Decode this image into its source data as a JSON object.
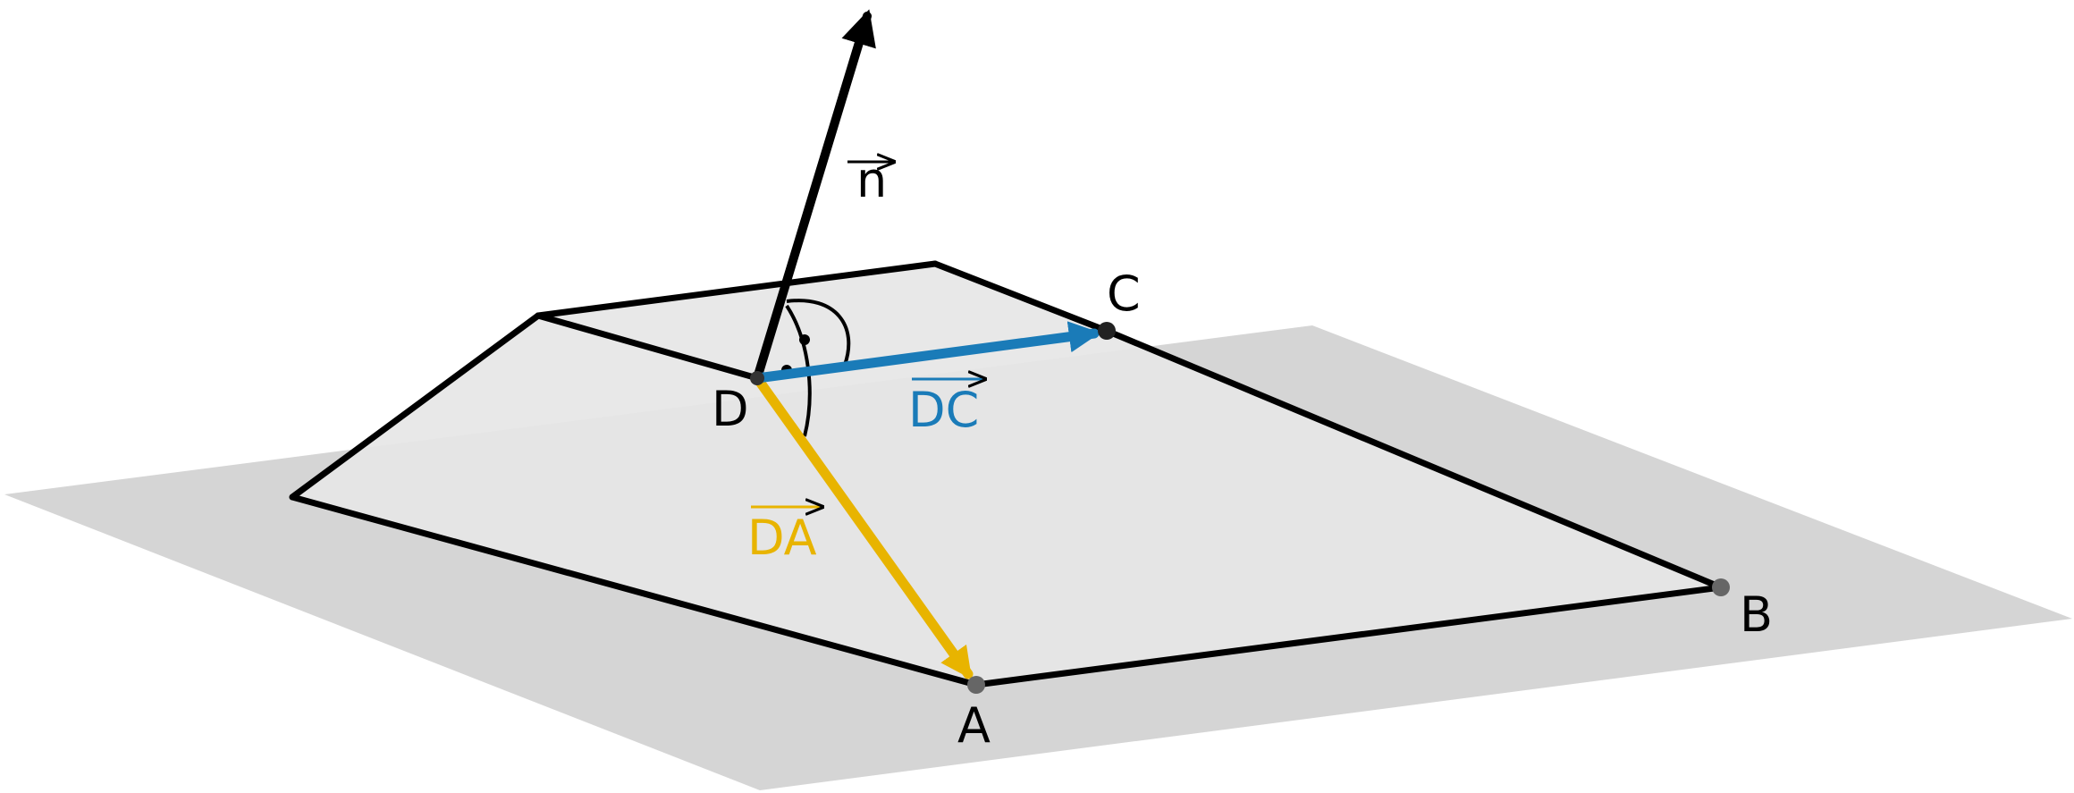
{
  "points": {
    "A": "A",
    "B": "B",
    "C": "C",
    "D": "D"
  },
  "vectors": {
    "n": "n",
    "DA": "DA",
    "DC": "DC"
  },
  "colors": {
    "plane": "#d5d5d5",
    "face": "#e6e6e6",
    "edge": "#000000",
    "vector_da": "#e8b400",
    "vector_dc": "#1a7bb8",
    "vector_n": "#000000"
  }
}
